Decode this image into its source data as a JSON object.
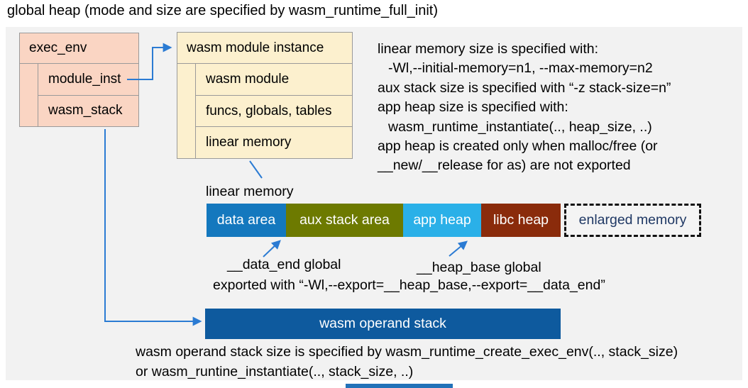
{
  "title": "global heap (mode and size are specified by wasm_runtime_full_init)",
  "exec_env_box": {
    "header": "exec_env",
    "rows": [
      {
        "label": "module_inst"
      },
      {
        "label": "wasm_stack"
      }
    ]
  },
  "module_instance_box": {
    "header": "wasm module instance",
    "rows": [
      {
        "label": "wasm module"
      },
      {
        "label": "funcs, globals, tables"
      },
      {
        "label": "linear memory"
      }
    ]
  },
  "notes_right": {
    "lines": [
      "linear memory size is specified with:",
      "-Wl,--initial-memory=n1, --max-memory=n2",
      "aux stack size is specified with “-z stack-size=n”",
      "app heap size is specified with:",
      "wasm_runtime_instantiate(.., heap_size, ..)",
      "app heap is created only when malloc/free (or",
      "__new/__release for as) are not exported"
    ]
  },
  "linear_memory": {
    "label": "linear memory",
    "segments": [
      {
        "label": "data area",
        "color": "#1478be"
      },
      {
        "label": "aux stack area",
        "color": "#6d7a00"
      },
      {
        "label": "app heap",
        "color": "#2ab0e8"
      },
      {
        "label": "libc heap",
        "color": "#8a2b0b"
      },
      {
        "label": "enlarged memory",
        "color": "#f4f4f4",
        "border": "dashed",
        "text_color": "#1f3864"
      }
    ],
    "data_end_label": "__data_end global",
    "heap_base_label": "__heap_base global",
    "export_note": "exported with “-Wl,--export=__heap_base,--export=__data_end”"
  },
  "operand_stack": {
    "label": "wasm operand stack",
    "color": "#0e5a9e"
  },
  "footer_lines": [
    "wasm operand stack size is specified by wasm_runtime_create_exec_env(.., stack_size)",
    "or wasm_runtine_instantiate(.., stack_size, ..)"
  ],
  "colors": {
    "panel_bg": "#f2f2f2",
    "exec_env_fill": "#fad5c3",
    "module_instance_fill": "#fcf0ce",
    "arrow_blue": "#2b7bd3",
    "bottom_accent": "#2272b9"
  }
}
